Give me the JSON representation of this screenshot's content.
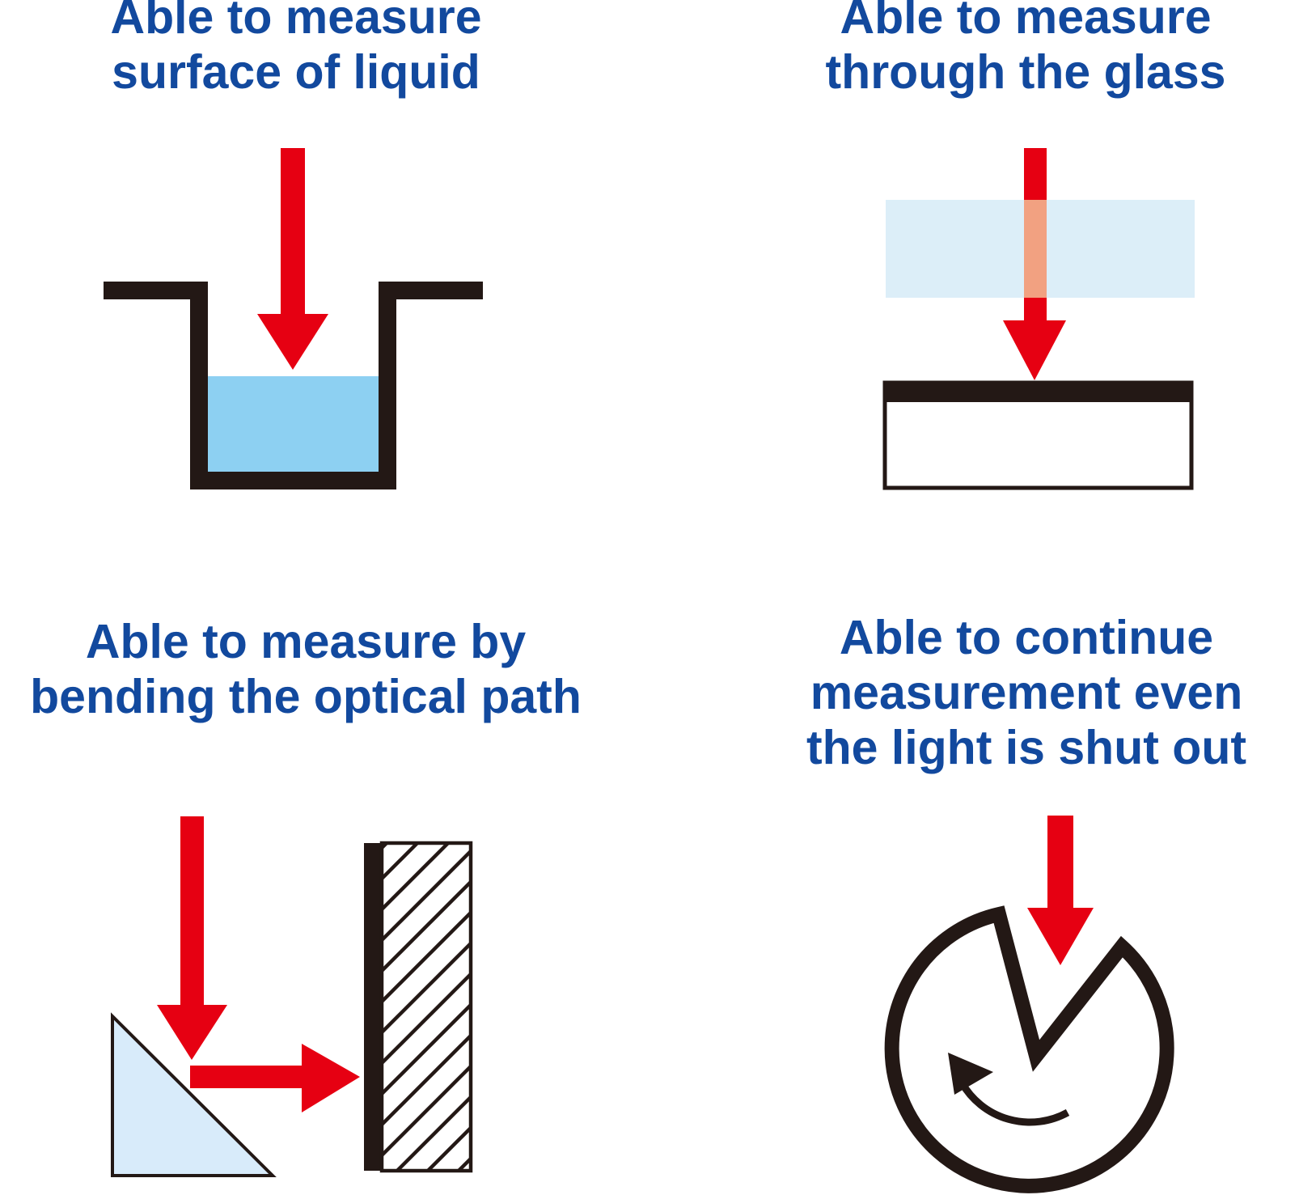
{
  "colors": {
    "background": "#ffffff",
    "title_blue": "#12499e",
    "red": "#e60012",
    "beam_in_glass_salmon": "#f2a181",
    "liquid_blue": "#8dd0f2",
    "prism_blue": "#d8ebfa",
    "glass_blue": "#dceef8",
    "ink": "#231815"
  },
  "panels": {
    "surface_of_liquid": {
      "title_lines": [
        "Able to measure",
        "surface of liquid"
      ]
    },
    "through_the_glass": {
      "title_lines": [
        "Able to measure",
        "through the glass"
      ]
    },
    "bending_optical_path": {
      "title_lines": [
        "Able to measure by",
        "bending the optical path"
      ]
    },
    "light_shut_out": {
      "title_lines": [
        "Able to continue",
        "measurement even",
        "the light is shut out"
      ]
    }
  }
}
